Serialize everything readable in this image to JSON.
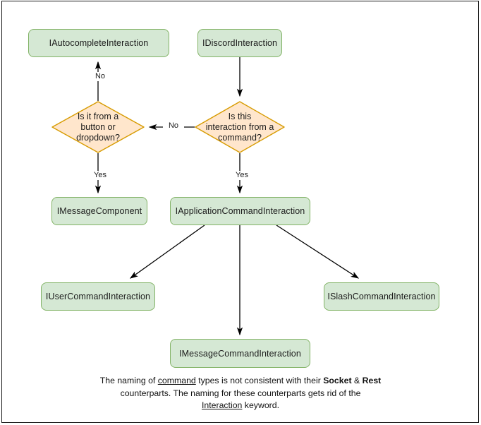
{
  "diagram": {
    "type": "flowchart",
    "title": "Discord interaction type hierarchy",
    "colors": {
      "process_fill": "#d5e8d4",
      "process_stroke": "#82b366",
      "decision_fill": "#ffe6cc",
      "decision_stroke": "#d79b00",
      "edge_stroke": "#000000",
      "text": "#1b1b1b",
      "canvas_border": "#1a1a1a"
    },
    "nodes": [
      {
        "id": "autocomplete",
        "shape": "process",
        "label": "IAutocompleteInteraction"
      },
      {
        "id": "discord",
        "shape": "process",
        "label": "IDiscordInteraction"
      },
      {
        "id": "decision_button",
        "shape": "decision",
        "label": "Is it from a button or dropdown?",
        "lines": [
          "Is it from a",
          "button or",
          "dropdown?"
        ]
      },
      {
        "id": "decision_command",
        "shape": "decision",
        "label": "Is this interaction from a command?",
        "lines": [
          "Is this",
          "interaction from a",
          "command?"
        ]
      },
      {
        "id": "messagecomponent",
        "shape": "process",
        "label": "IMessageComponent"
      },
      {
        "id": "appcommand",
        "shape": "process",
        "label": "IApplicationCommandInteraction"
      },
      {
        "id": "usercommand",
        "shape": "process",
        "label": "IUserCommandInteraction"
      },
      {
        "id": "slashcommand",
        "shape": "process",
        "label": "ISlashCommandInteraction"
      },
      {
        "id": "messagecommand",
        "shape": "process",
        "label": "IMessageCommandInteraction"
      }
    ],
    "edges": [
      {
        "from": "discord",
        "to": "decision_command",
        "label": ""
      },
      {
        "from": "decision_command",
        "to": "decision_button",
        "label": "No"
      },
      {
        "from": "decision_command",
        "to": "appcommand",
        "label": "Yes"
      },
      {
        "from": "decision_button",
        "to": "autocomplete",
        "label": "No"
      },
      {
        "from": "decision_button",
        "to": "messagecomponent",
        "label": "Yes"
      },
      {
        "from": "appcommand",
        "to": "usercommand",
        "label": ""
      },
      {
        "from": "appcommand",
        "to": "messagecommand",
        "label": ""
      },
      {
        "from": "appcommand",
        "to": "slashcommand",
        "label": ""
      }
    ],
    "edge_labels": {
      "no_up": "No",
      "no_left": "No",
      "yes_left": "Yes",
      "yes_right": "Yes"
    }
  },
  "caption": {
    "line1_a": "The naming of ",
    "line1_u": "command",
    "line1_b": " types is not consistent with their",
    "line2_b1": "Socket",
    "line2_amp": " & ",
    "line2_b2": "Rest",
    "line2_rest": " counterparts. The naming for these",
    "line3_a": "counterparts gets rid of the ",
    "line3_u": "Interaction",
    "line3_b": " keyword."
  }
}
